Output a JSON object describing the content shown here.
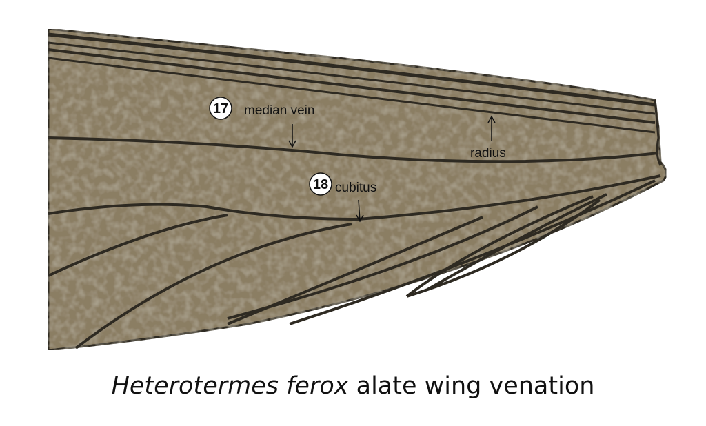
{
  "caption": {
    "species": "Heterotermes ferox",
    "rest": "alate wing venation"
  },
  "labels": {
    "median": {
      "number": "17",
      "text": "median vein"
    },
    "radius": {
      "text": "radius"
    },
    "cubitus": {
      "number": "18",
      "text": "cubitus"
    }
  },
  "colors": {
    "membrane": "#8b7e64",
    "vein": "#2e2a22"
  }
}
